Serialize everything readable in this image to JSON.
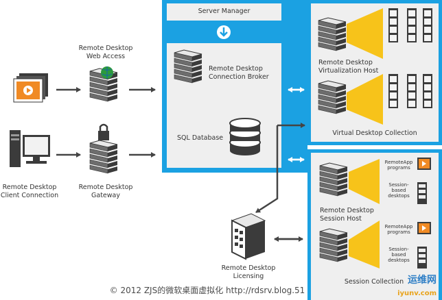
{
  "labels": {
    "web_access": "Remote Desktop\nWeb Access",
    "client_connection": "Remote Desktop\nClient Connection",
    "gateway": "Remote Desktop\nGateway",
    "server_manager": "Server Manager",
    "connection_broker": "Remote Desktop\nConnection Broker",
    "sql_database": "SQL Database",
    "virtualization_host": "Remote Desktop\nVirtualization Host",
    "virtual_desktop_collection": "Virtual Desktop Collection",
    "session_host": "Remote Desktop\nSession Host",
    "session_collection": "Session Collection",
    "licensing": "Remote Desktop\nLicensing",
    "remoteapp_programs_1": "RemoteApp\nprograms",
    "session_desktops_1": "Session-\nbased\ndesktops",
    "remoteapp_programs_2": "RemoteApp\nprograms",
    "session_desktops_2": "Session-\nbased\ndesktops"
  },
  "watermark": {
    "text": "© 2012 ZJS的微软桌面虚拟化 http://rdsrv.blog.51",
    "logo_text": "运维网",
    "logo_url": "iyunv.com"
  },
  "colors": {
    "accent_blue": "#1ba1e2",
    "panel_gray": "#efefef",
    "beam_yellow": "#f7c31a",
    "arrow_gray": "#444444",
    "server_dark": "#3b3b3b"
  }
}
